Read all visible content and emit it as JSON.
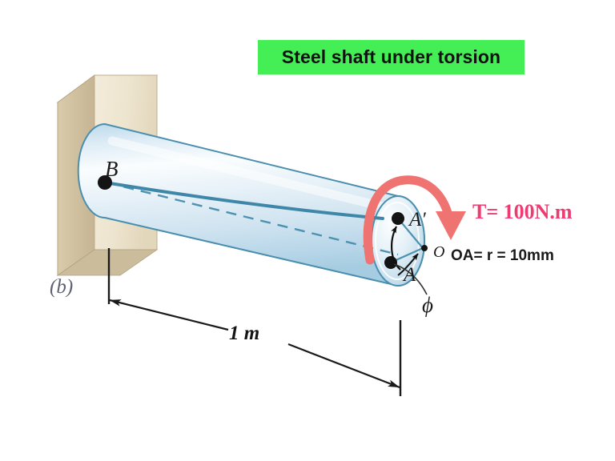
{
  "figure": {
    "panel_label": "(b)",
    "title_banner": {
      "text": "Steel shaft under torsion",
      "background_color": "#44EE55",
      "text_color": "#111111"
    },
    "subject": "Cantilevered circular steel shaft fixed to a wall at end B and loaded by a torque at the free end",
    "background_color": "#FFFFFF"
  },
  "annotations": {
    "torque_label": "T= 100N.m",
    "torque_label_color": "#EC3C72",
    "radius_label": "OA= r = 10mm",
    "length_label": "1 m",
    "angle_label": "ϕ",
    "point_B": "B",
    "point_A": "A",
    "point_A_prime": "A′",
    "point_O": "O"
  },
  "geometry": {
    "shaft_color_light": "#FBFDFE",
    "shaft_color_mid": "#CFE4F0",
    "shaft_color_edge": "#A9CFE2",
    "shaft_outline_color": "#3E87A8",
    "wall_face_color": "#EDE5D0",
    "wall_side_color": "#C9BA98",
    "wall_top_color": "#F6F1E4",
    "torque_arrow_color": "#EE7371",
    "dimension_line_color": "#1A1A1A",
    "marker_color": "#141414"
  },
  "values": {
    "torque_magnitude": 100,
    "torque_unit": "N.m",
    "shaft_length": 1,
    "shaft_length_unit": "m",
    "shaft_radius": 10,
    "shaft_radius_unit": "mm"
  }
}
